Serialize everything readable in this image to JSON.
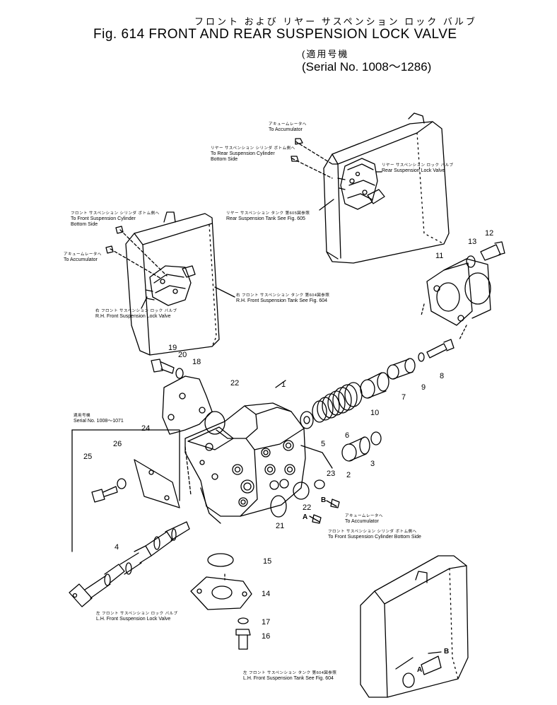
{
  "header": {
    "title_jp": "フロント および リヤー サスペンション ロック バルブ",
    "title_en": "Fig. 614  FRONT AND REAR SUSPENSION LOCK VALVE",
    "serial_jp": "(適用号機",
    "serial_en": "(Serial No. 1008～1286)"
  },
  "callouts": {
    "rear_accum": {
      "jp": "アキュームレータへ",
      "en": "To Accumulator"
    },
    "rear_cyl": {
      "jp": "リヤー サスペンション シリンダ ボトム側へ",
      "en": "To Rear Suspension Cylinder",
      "en2": "Bottom Side"
    },
    "rear_valve": {
      "jp": "リヤー サスペンション ロック バルブ",
      "en": "Rear Suspension Lock Valve"
    },
    "rear_tank": {
      "jp": "リヤー サスペンション タンク 第605図参照",
      "en": "Rear Suspension Tank See Fig. 605"
    },
    "front_cyl": {
      "jp": "フロント サスペンション シリンダ ボトム側へ",
      "en": "To Front Suspension Cylinder",
      "en2": "Bottom Side"
    },
    "front_accum": {
      "jp": "アキュームレータへ",
      "en": "To Accumulator"
    },
    "rh_tank": {
      "jp": "右 フロント サスペンション タンク 第604図参照",
      "en": "R.H. Front Suspension Tank See Fig. 604"
    },
    "rh_valve": {
      "jp": "右 フロント サスペンション ロック バルブ",
      "en": "R.H. Front Suspension Lock Valve"
    },
    "serial_small": {
      "jp": "適用号機",
      "en": "Serial No. 1008～1071"
    },
    "b_accum": {
      "jp": "アキュームレータへ",
      "en": "To Accumulator"
    },
    "a_cyl": {
      "jp": "フロント サスペンション シリンダ ボトム側へ",
      "en": "To Front Suspension Cylinder Bottom Side"
    },
    "lh_valve": {
      "jp": "左 フロント サスペンション ロック バルブ",
      "en": "L.H. Front Suspension Lock Valve"
    },
    "lh_tank": {
      "jp": "左 フロント サスペンション タンク 第604図参照",
      "en": "L.H. Front Suspension Tank See Fig. 604"
    }
  },
  "parts": {
    "p1": "1",
    "p2": "2",
    "p3": "3",
    "p4": "4",
    "p5": "5",
    "p6": "6",
    "p7": "7",
    "p8": "8",
    "p9": "9",
    "p10": "10",
    "p11": "11",
    "p12": "12",
    "p13": "13",
    "p14": "14",
    "p15": "15",
    "p16": "16",
    "p17": "17",
    "p18": "18",
    "p19": "19",
    "p20": "20",
    "p21": "21",
    "p22a": "22",
    "p22b": "22",
    "p23": "23",
    "p24": "24",
    "p25": "25",
    "p26": "26"
  },
  "ports": {
    "a1": "A",
    "b1": "B",
    "a2": "A",
    "b2": "B"
  },
  "colors": {
    "line": "#000000",
    "background": "#ffffff"
  }
}
